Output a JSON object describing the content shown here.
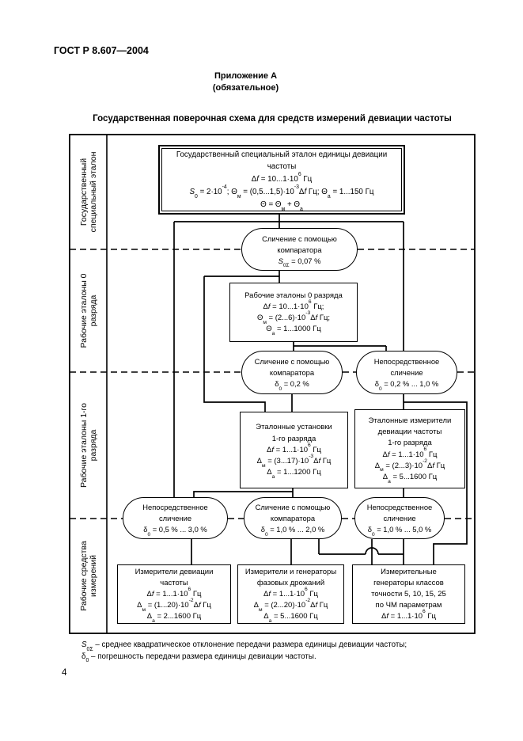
{
  "page": {
    "doc_number": "ГОСТ Р 8.607—2004",
    "annex_title": "Приложение А",
    "annex_subtitle": "(обязательное)",
    "page_number": "4"
  },
  "diagram": {
    "title": "Государственная поверочная схема для средств измерений девиации частоты",
    "sidebar": {
      "sections": [
        {
          "label": "Государственный специальный эталон"
        },
        {
          "label": "Рабочие эталоны 0 разряда"
        },
        {
          "label": "Рабочие эталоны 1-го разряда"
        },
        {
          "label": "Рабочие средства измерений"
        }
      ]
    },
    "nodes": {
      "state_standard": {
        "lines": [
          "Государственный специальный эталон единицы девиации частоты",
          "Δ*f* = 10...1·10^(6) Гц",
          "*S*{0} = 2·10^(-4); Θ{м} = (0,5...1,5)·10^(-3)Δ*f* Гц; Θ{а} = 1...150 Гц",
          "Θ = Θ{м} + Θ{а}"
        ]
      },
      "compare_top": {
        "lines": [
          "Сличение с помощью",
          "компаратора",
          "*S*{0Σ} = 0,07 %"
        ]
      },
      "work_std_0": {
        "lines": [
          "Рабочие эталоны 0 разряда",
          "Δ*f* = 10...1·10^(6) Гц;",
          "Θ{м} = (2...6)·10^(-3)Δ*f* Гц;",
          "Θ{а} = 1...1000 Гц"
        ]
      },
      "compare_0": {
        "lines": [
          "Сличение с помощью",
          "компаратора",
          "δ{0} = 0,2 %"
        ]
      },
      "direct_0": {
        "lines": [
          "Непосредственное",
          "сличение",
          "δ{0} = 0,2 % ... 1,0 %"
        ]
      },
      "std_install_1": {
        "lines": [
          "Эталонные установки",
          "1-го разряда",
          "Δ*f* = 1...1·10^(6) Гц",
          "Δ{м} = (3...17)·10^(-3)Δ*f* Гц",
          "Δ{а} = 1...1200 Гц"
        ]
      },
      "std_meters_1": {
        "lines": [
          "Эталонные измерители",
          "девиации частоты",
          "1-го разряда",
          "Δ*f* = 1...1·10^(6) Гц",
          "Δ{м} = (2...3)·10^(-2)Δ*f* Гц",
          "Δ{а} = 5...1600 Гц"
        ]
      },
      "direct_1_left": {
        "lines": [
          "Непосредственное",
          "сличение",
          "δ{0} = 0,5 % ... 3,0 %"
        ]
      },
      "compare_1_mid": {
        "lines": [
          "Сличение с помощью",
          "компаратора",
          "δ{0} = 1,0 % ... 2,0 %"
        ]
      },
      "direct_1_right": {
        "lines": [
          "Непосредственное",
          "сличение",
          "δ{0} = 1,0 % ... 5,0 %"
        ]
      },
      "meters_dev": {
        "lines": [
          "Измерители девиации",
          "частоты",
          "Δ*f* = 1...1·10^(6) Гц",
          "Δ{м} = (1...20)·10^(-2)Δ*f* Гц",
          "Δ{а} = 2...1600 Гц"
        ]
      },
      "meters_jitter": {
        "lines": [
          "Измерители и генераторы",
          "фазовых дрожаний",
          "Δ*f* = 1...1·10^(6) Гц",
          "Δ{м} = (2...20)·10^(-2)Δ*f* Гц",
          "Δ{а} = 5...1600 Гц"
        ]
      },
      "gen_classes": {
        "lines": [
          "Измерительные",
          "генераторы классов",
          "точности 5, 10, 15, 25",
          "по ЧМ параметрам",
          "Δ*f* = 1...1·10^(6) Гц"
        ]
      }
    },
    "footnotes": [
      "*S*{0Σ} – среднее квадратическое отклонение передачи размера единицы девиации частоты;",
      "δ{0} – погрешность передачи размера единицы девиации частоты."
    ]
  }
}
